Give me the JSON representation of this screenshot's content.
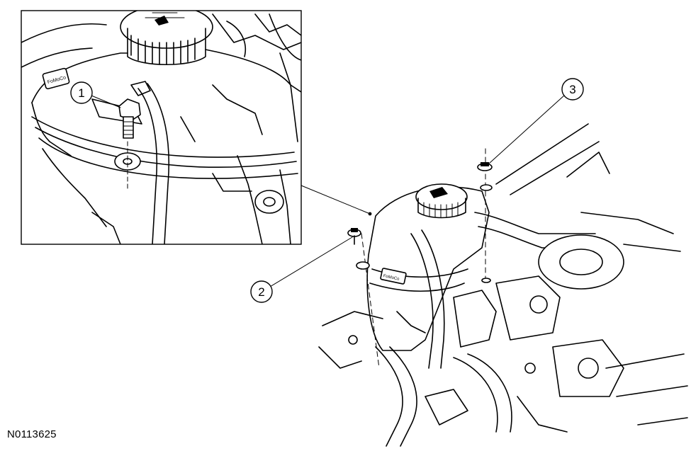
{
  "figure": {
    "id_label": "N0113625"
  },
  "callouts": [
    {
      "number": "1"
    },
    {
      "number": "2"
    },
    {
      "number": "3"
    }
  ],
  "inset": {
    "tank_logo_text": "FoMoCo"
  },
  "main_view": {
    "tank_logo_text": "FoMoCo"
  }
}
